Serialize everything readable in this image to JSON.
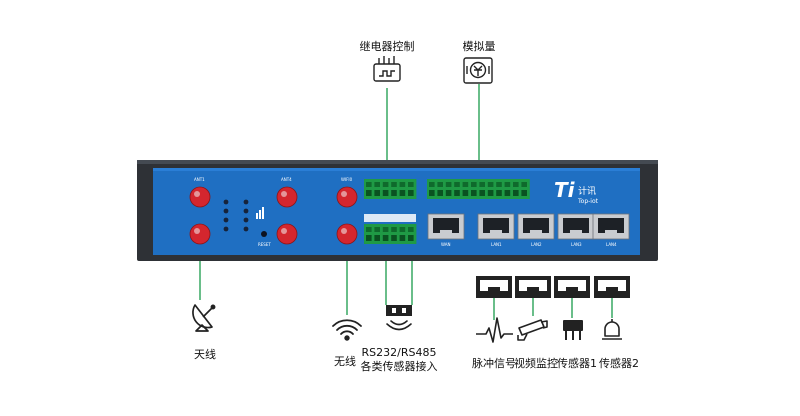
{
  "labels": {
    "relay": "继电器控制",
    "analog": "模拟量",
    "antenna": "天线",
    "wireless": "无线",
    "serial_line1": "RS232/RS485",
    "serial_line2": "各类传感器接入",
    "pulse": "脉冲信号",
    "video": "视频监控",
    "sensor1": "传感器1",
    "sensor2": "传感器2"
  },
  "device": {
    "brand_mark": "Ti",
    "brand_cn": "计讯",
    "brand_en": "Top-iot",
    "reset_label": "RESET",
    "ant_labels": [
      "ANT1",
      "ANT4",
      "WIFI0"
    ],
    "port_labels": [
      "WAN",
      "LAN1",
      "LAN2",
      "LAN3",
      "LAN4"
    ]
  },
  "colors": {
    "device_body": "#1f6fc2",
    "device_frame": "#2e3136",
    "connector_green": "#1f9a45",
    "antenna_red": "#d4262e",
    "leader_line": "#1a9a4a"
  }
}
